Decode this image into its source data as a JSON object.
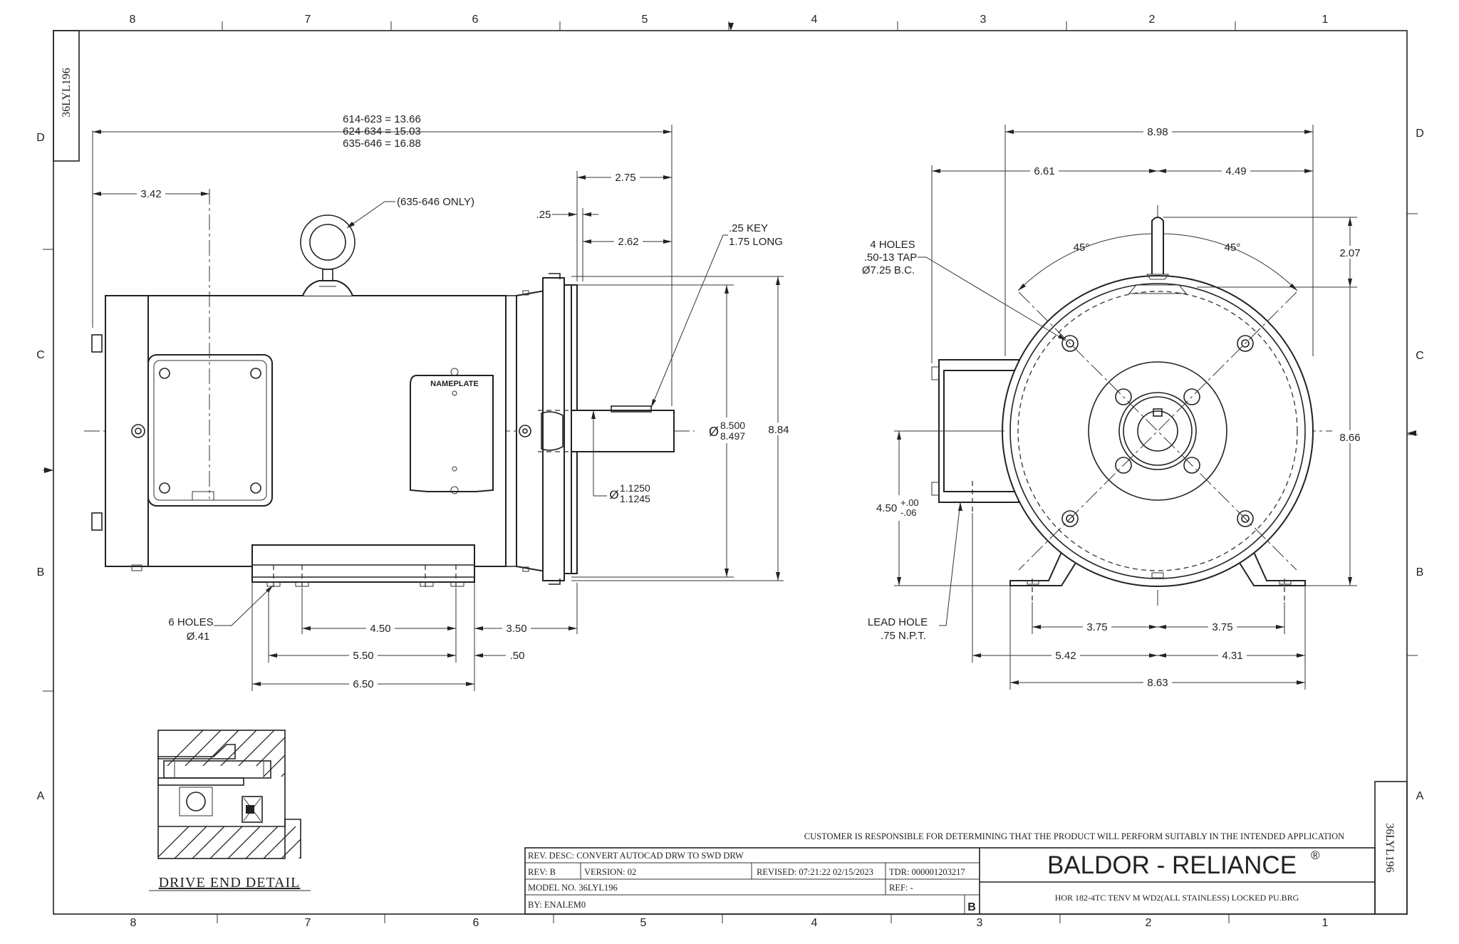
{
  "drawing": {
    "part_number": "36LYL196",
    "border": {
      "columns": [
        "8",
        "7",
        "6",
        "5",
        "4",
        "3",
        "2",
        "1"
      ],
      "rows": [
        "D",
        "C",
        "B",
        "A"
      ]
    },
    "side_view": {
      "overall_lengths": [
        "614-623 = 13.66",
        "624-634 = 15.03",
        "635-646 = 16.88"
      ],
      "dim_3_42": "3.42",
      "eyebolt_note": "(635-646 ONLY)",
      "dim_2_75": "2.75",
      "dim_25": ".25",
      "dim_2_62": "2.62",
      "key_note_1": ".25 KEY",
      "key_note_2": "1.75 LONG",
      "nameplate": "NAMEPLATE",
      "pilot_dia_prefix": "Ø",
      "pilot_dia_upper": "8.500",
      "pilot_dia_lower": "8.497",
      "dim_8_84": "8.84",
      "shaft_dia_prefix": "Ø",
      "shaft_dia_upper": "1.1250",
      "shaft_dia_lower": "1.1245",
      "holes_note_1": "6 HOLES",
      "holes_note_2": "Ø.41",
      "dim_4_50": "4.50",
      "dim_3_50": "3.50",
      "dim_5_50": "5.50",
      "dim_50": ".50",
      "dim_6_50": "6.50"
    },
    "end_view": {
      "dim_8_98": "8.98",
      "dim_6_61": "6.61",
      "dim_4_49": "4.49",
      "holes_note_1": "4 HOLES",
      "holes_note_2": ".50-13 TAP",
      "holes_note_3": "Ø7.25 B.C.",
      "angle_left": "45°",
      "angle_right": "45°",
      "dim_2_07": "2.07",
      "dim_8_66": "8.66",
      "shaft_height": "4.50",
      "shaft_height_tol_upper": "+.00",
      "shaft_height_tol_lower": "-.06",
      "lead_hole_1": "LEAD HOLE",
      "lead_hole_2": ".75 N.P.T.",
      "dim_3_75_left": "3.75",
      "dim_3_75_right": "3.75",
      "dim_5_42": "5.42",
      "dim_4_31": "4.31",
      "dim_8_63": "8.63"
    },
    "detail": {
      "title": "DRIVE  END  DETAIL"
    },
    "title_block": {
      "disclaimer": "CUSTOMER IS RESPONSIBLE FOR DETERMINING THAT THE PRODUCT WILL PERFORM SUITABLY IN THE INTENDED APPLICATION",
      "rev_desc": "REV. DESC: CONVERT AUTOCAD DRW TO SWD DRW",
      "rev": "REV:  B",
      "version": "VERSION:  02",
      "revised": "REVISED:  07:21:22 02/15/2023",
      "tdr": "TDR: 000001203217",
      "model_no": "MODEL NO.  36LYL196",
      "ref": "REF:  -",
      "by": "BY: ENALEM0",
      "rev_letter": "B",
      "company": "BALDOR - RELIANCE",
      "registered_mark": "®",
      "description": "HOR 182-4TC TENV M WD2(ALL STAINLESS) LOCKED PU.BRG"
    }
  }
}
